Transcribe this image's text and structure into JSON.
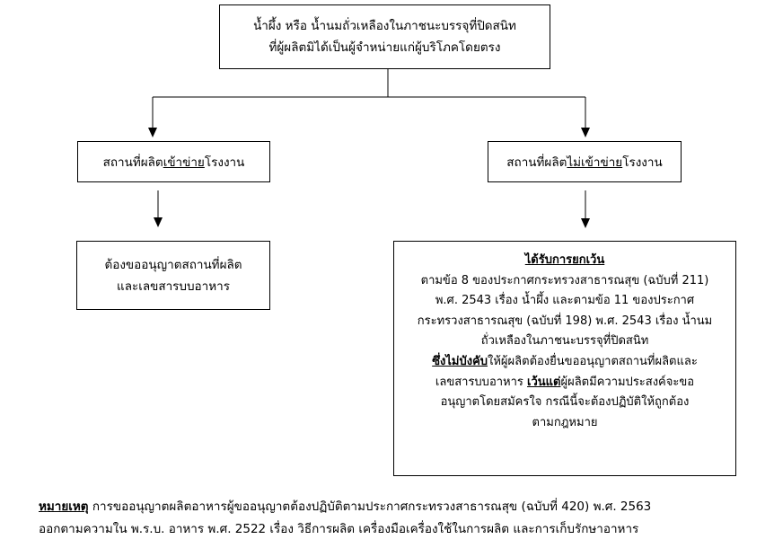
{
  "top_box": {
    "line1": "น้ำผึ้ง หรือ น้ำนมถั่วเหลืองในภาชนะบรรจุที่ปิดสนิท",
    "line2": "ที่ผู้ผลิตมิได้เป็นผู้จำหน่ายแก่ผู้บริโภคโดยตรง"
  },
  "left_branch": {
    "label_pre": "สถานที่ผลิต",
    "label_u": "เข้าข่าย",
    "label_post": "โรงงาน",
    "result_line1": "ต้องขออนุญาตสถานที่ผลิต",
    "result_line2": "และเลขสารบบอาหาร"
  },
  "right_branch": {
    "label_pre": "สถานที่ผลิต",
    "label_u": "ไม่เข้าข่าย",
    "label_post": "โรงงาน",
    "result": {
      "heading": "ได้รับการยกเว้น",
      "l1": "ตามข้อ 8 ของประกาศกระทรวงสาธารณสุข (ฉบับที่ 211)",
      "l2": "พ.ศ. 2543 เรื่อง น้ำผึ้ง และตามข้อ 11 ของประกาศ",
      "l3": "กระทรวงสาธารณสุข (ฉบับที่ 198) พ.ศ. 2543 เรื่อง น้ำนม",
      "l4": "ถั่วเหลืองในภาชนะบรรจุที่ปิดสนิท",
      "l5_bold": "ซึ่งไม่บังคับ",
      "l5_rest": "ให้ผู้ผลิตต้องยื่นขออนุญาตสถานที่ผลิตและ",
      "l6_pre": "เลขสารบบอาหาร ",
      "l6_bold": "เว้นแต่",
      "l6_rest": "ผู้ผลิตมีความประสงค์จะขอ",
      "l7": "อนุญาตโดยสมัครใจ กรณีนี้จะต้องปฏิบัติให้ถูกต้อง",
      "l8": "ตามกฎหมาย"
    }
  },
  "note": {
    "label": "หมายเหตุ",
    "line1": " การขออนุญาตผลิตอาหารผู้ขออนุญาตต้องปฏิบัติตามประกาศกระทรวงสาธารณสุข (ฉบับที่ 420) พ.ศ. 2563",
    "line2": "ออกตามความใน พ.ร.บ. อาหาร พ.ศ. 2522 เรื่อง วิธีการผลิต เครื่องมือเครื่องใช้ในการผลิต และการเก็บรักษาอาหาร"
  }
}
